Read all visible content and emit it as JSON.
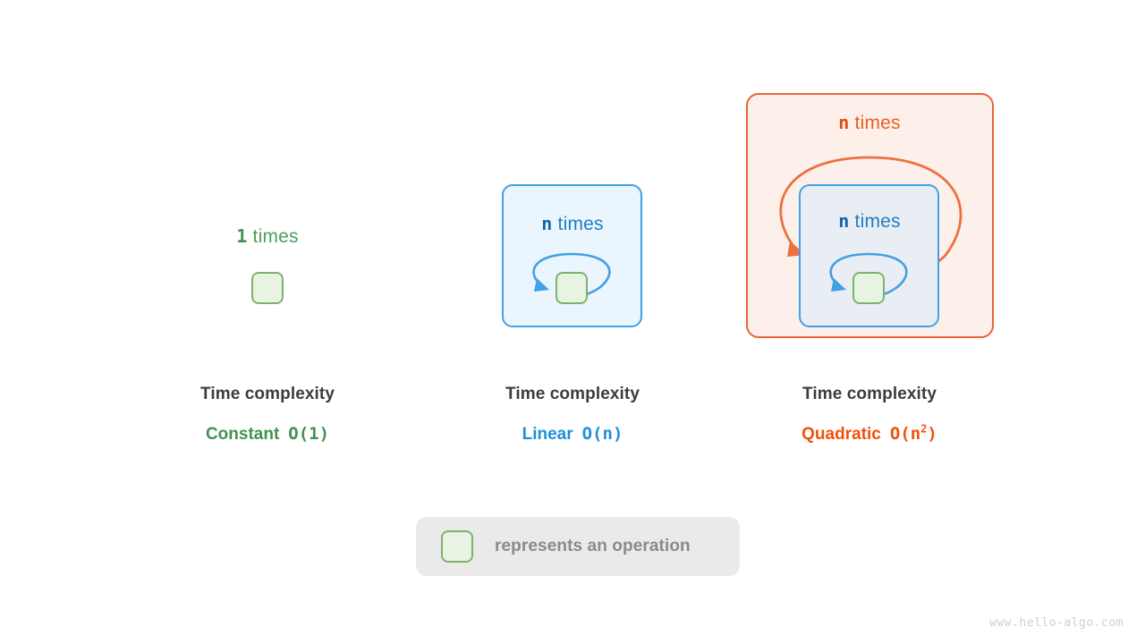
{
  "watermark": "www.hello-algo.com",
  "legend": {
    "swatch_name": "operation-square",
    "text": "represents an operation",
    "background_color": "#eaeaea",
    "text_color": "#8a8a8a"
  },
  "colors": {
    "green_border": "#7cb36b",
    "green_fill": "#e9f3e3",
    "green_text": "#3f9253",
    "blue_border": "#42a0e4",
    "blue_fill": "#eaf5fd",
    "blue_fill_nested": "#e9eef4",
    "blue_text": "#1e90d8",
    "orange_border": "#e8633a",
    "orange_fill": "#fdf0ea",
    "orange_text": "#f2510b",
    "caption_title": "#3c3c3c"
  },
  "panels": [
    {
      "id": "constant",
      "loop_count": "1",
      "loop_word": "times",
      "caption_title": "Time complexity",
      "complexity_name": "Constant",
      "complexity_notation": "O(1)",
      "has_outer_loop": false,
      "has_inner_loop": false
    },
    {
      "id": "linear",
      "loop_count": "n",
      "loop_word": "times",
      "caption_title": "Time complexity",
      "complexity_name": "Linear",
      "complexity_notation": "O(n)",
      "has_outer_loop": false,
      "has_inner_loop": true
    },
    {
      "id": "quadratic",
      "outer_loop_count": "n",
      "outer_loop_word": "times",
      "loop_count": "n",
      "loop_word": "times",
      "caption_title": "Time complexity",
      "complexity_name": "Quadratic",
      "complexity_notation_base": "O(n",
      "complexity_notation_exp": "2",
      "complexity_notation_close": ")",
      "has_outer_loop": true,
      "has_inner_loop": true
    }
  ]
}
